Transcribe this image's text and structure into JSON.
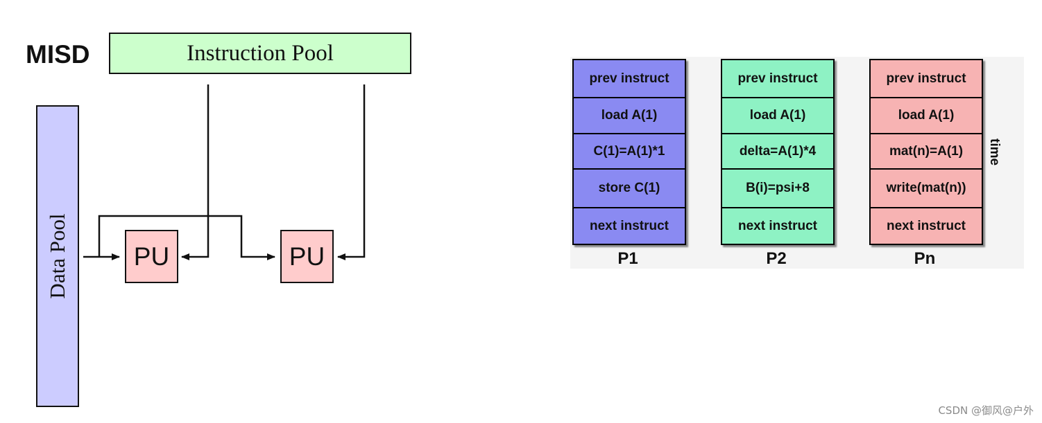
{
  "misd": {
    "title": "MISD",
    "instruction_pool": "Instruction Pool",
    "data_pool": "Data Pool",
    "processing_units": [
      {
        "label": "PU"
      },
      {
        "label": "PU"
      }
    ],
    "colors": {
      "instruction_pool": "#ccffcc",
      "data_pool": "#ccccff",
      "processing_unit": "#ffcccc"
    }
  },
  "streams": {
    "processors": [
      {
        "label": "P1",
        "color": "#8a8af2",
        "cells": [
          "prev instruct",
          "load A(1)",
          "C(1)=A(1)*1",
          "store C(1)",
          "next instruct"
        ]
      },
      {
        "label": "P2",
        "color": "#8ef2c4",
        "cells": [
          "prev instruct",
          "load A(1)",
          "delta=A(1)*4",
          "B(i)=psi+8",
          "next instruct"
        ]
      },
      {
        "label": "Pn",
        "color": "#f7b3b3",
        "cells": [
          "prev instruct",
          "load A(1)",
          "mat(n)=A(1)",
          "write(mat(n))",
          "next instruct"
        ]
      }
    ],
    "time_label": "time"
  },
  "watermark": "CSDN @御风@户外"
}
